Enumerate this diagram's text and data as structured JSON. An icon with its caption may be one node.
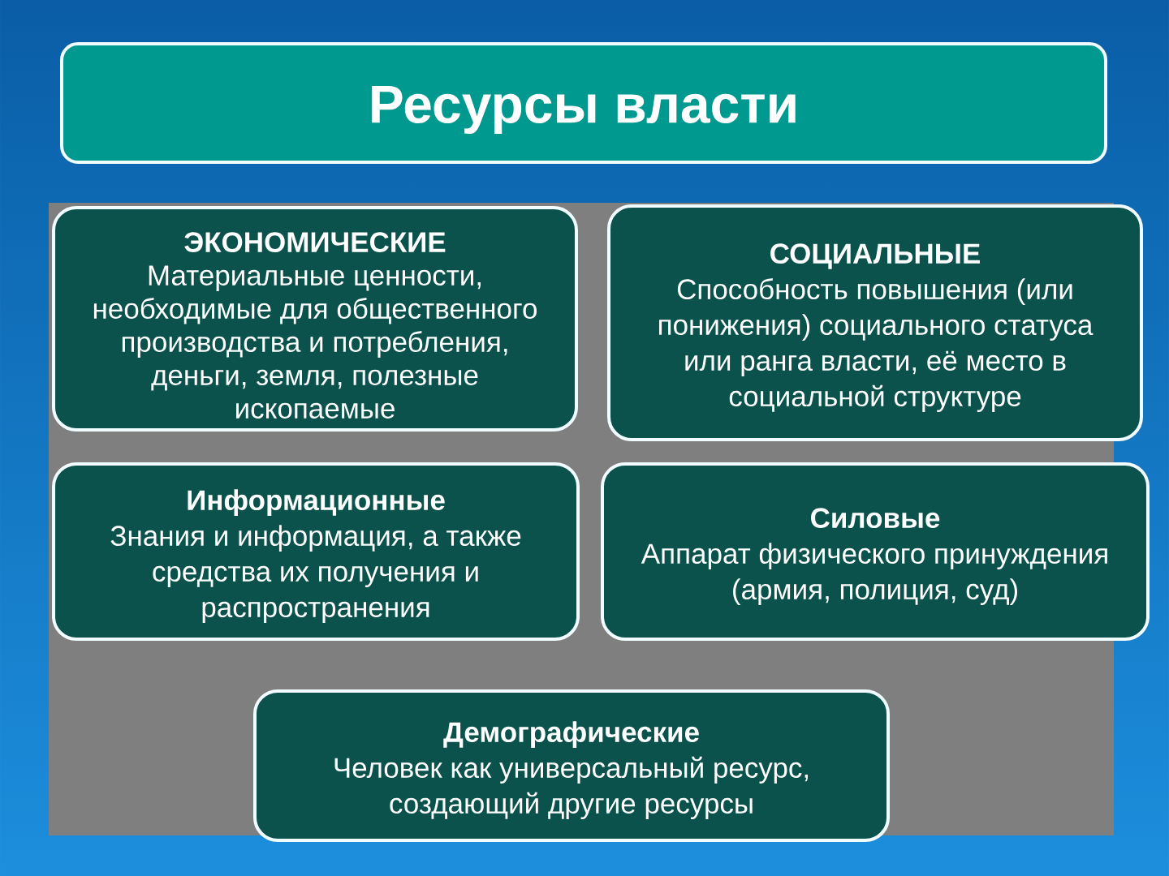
{
  "diagram": {
    "nodes": [
      {
        "text": [
          "Ресурсы власти"
        ]
      },
      {
        "text": [
          "ЭКОНОМИЧЕСКИЕ",
          "Материальные ценности, необходимые для общественного производства и потребления, деньги, земля, полезные ископаемые"
        ]
      },
      {
        "text": [
          "СОЦИАЛЬНЫЕ",
          "Способность повышения (или понижения) социального статуса или ранга власти, её место в социальной структуре"
        ]
      },
      {
        "text": [
          "Информационные",
          "Знания и информация, а также средства их получения и распространения"
        ]
      },
      {
        "text": [
          "Силовые",
          "Аппарат физического принуждения (армия, полиция, суд)"
        ]
      },
      {
        "text": [
          "Демографические",
          "Человек как универсальный ресурс, создающий другие ресурсы"
        ]
      }
    ]
  }
}
